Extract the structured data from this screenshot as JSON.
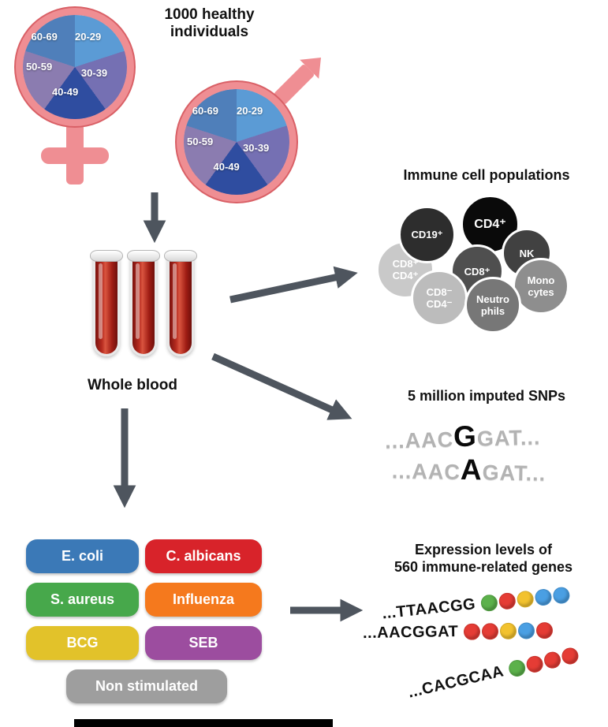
{
  "colors": {
    "green": "#5cb14b",
    "red": "#e53c35",
    "yellow": "#f2c22e",
    "blue": "#4a9fe3",
    "pink": "#ef8e93",
    "arrow": "#4e555e"
  },
  "header": {
    "title": "1000 healthy\nindividuals"
  },
  "pie": {
    "colors": [
      "#5b9bd5",
      "#7570b3",
      "#2f4da0",
      "#8b7cb0",
      "#4f7fba"
    ],
    "labels": [
      "20-29",
      "30-39",
      "40-49",
      "50-59",
      "60-69"
    ]
  },
  "blood": {
    "label": "Whole blood"
  },
  "immune": {
    "title": "Immune cell populations",
    "cells": [
      {
        "label": "CD8⁺\nCD4⁺",
        "color": "#c9c9c9"
      },
      {
        "label": "CD19⁺",
        "color": "#2d2d2d"
      },
      {
        "label": "CD4⁺",
        "color": "#0a0a0a"
      },
      {
        "label": "NK",
        "color": "#414141"
      },
      {
        "label": "CD8⁺",
        "color": "#4f4f4f"
      },
      {
        "label": "Mono\ncytes",
        "color": "#8e8e8e"
      },
      {
        "label": "CD8⁻\nCD4⁻",
        "color": "#bcbcbc"
      },
      {
        "label": "Neutro\nphils",
        "color": "#777777"
      }
    ]
  },
  "snps": {
    "title": "5 million imputed SNPs",
    "rows": [
      {
        "pre": "...AAC",
        "variant": "G",
        "post": "GAT..."
      },
      {
        "pre": "...AAC",
        "variant": "A",
        "post": "GAT..."
      }
    ]
  },
  "stimuli": [
    {
      "label": "E. coli",
      "color": "#3b79b7"
    },
    {
      "label": "C. albicans",
      "color": "#d8232a"
    },
    {
      "label": "S. aureus",
      "color": "#47a84b"
    },
    {
      "label": "Influenza",
      "color": "#f5791d"
    },
    {
      "label": "BCG",
      "color": "#e2c22a"
    },
    {
      "label": "SEB",
      "color": "#9c4d9f"
    },
    {
      "label": "Non stimulated",
      "color": "#9e9e9e"
    }
  ],
  "expression": {
    "title": "Expression levels of\n560 immune-related genes",
    "rows": [
      {
        "seq": "...TTAACGG",
        "beads": [
          "green",
          "red",
          "yellow",
          "blue",
          "blue"
        ]
      },
      {
        "seq": "...AACGGAT",
        "beads": [
          "red",
          "red",
          "yellow",
          "blue",
          "red"
        ]
      },
      {
        "seq": "...CACGCAA",
        "beads": [
          "green",
          "red",
          "red",
          "red"
        ]
      }
    ]
  }
}
